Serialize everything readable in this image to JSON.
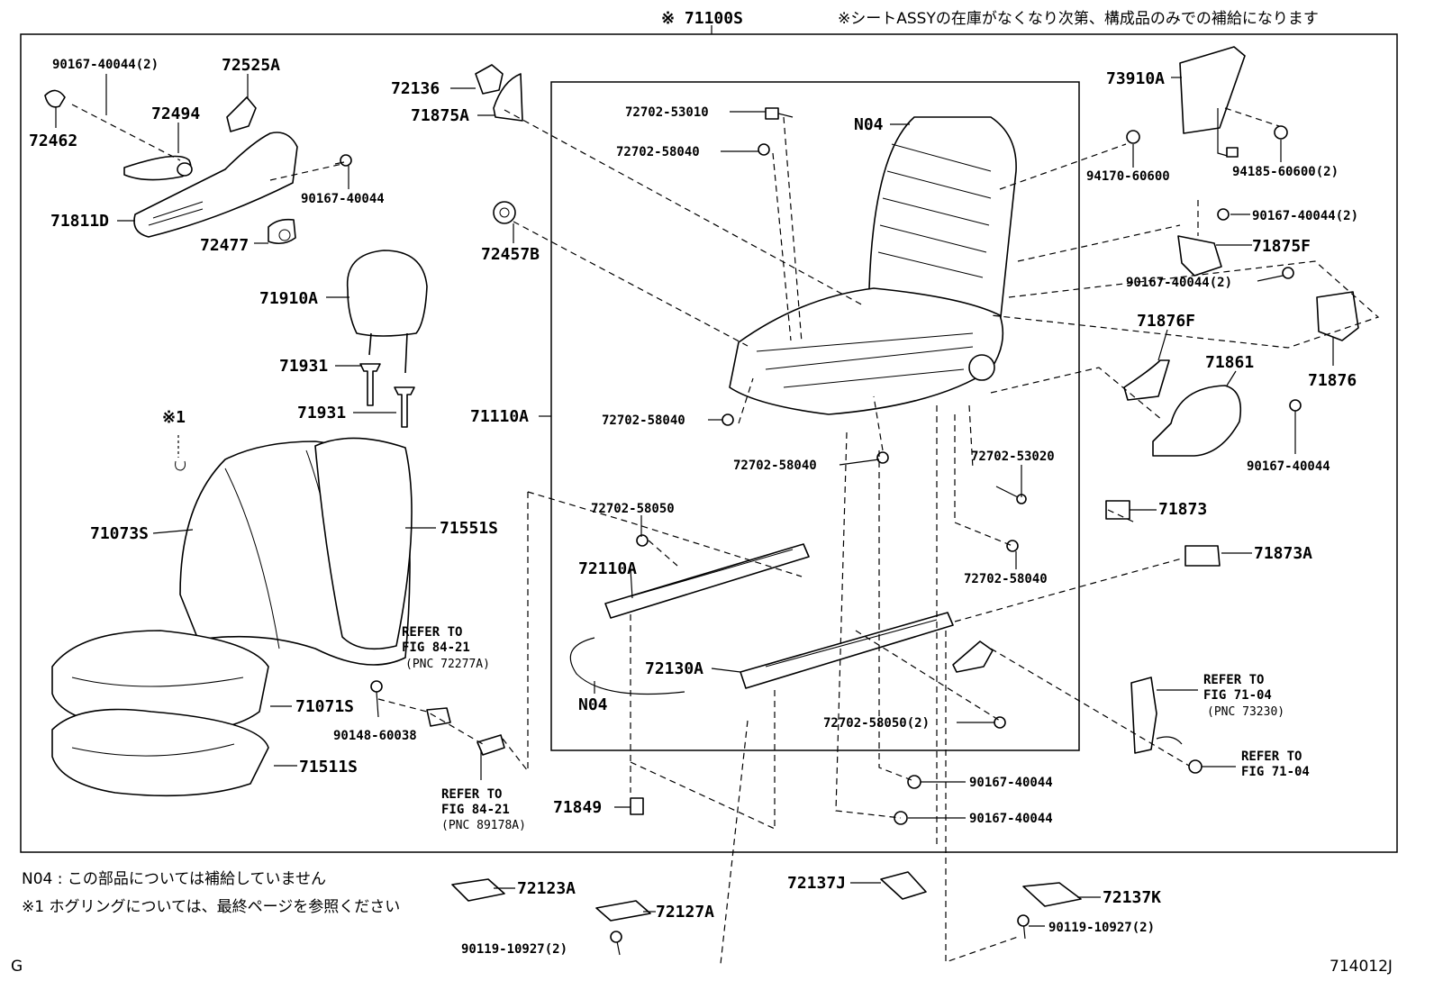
{
  "header": {
    "assembly_number": "※ 71100S",
    "supply_note": "※シートASSYの在庫がなくなり次第、構成品のみでの補給になります"
  },
  "parts": {
    "p90167_40044_2a": "90167-40044(2)",
    "p72525A": "72525A",
    "p72462": "72462",
    "p72494": "72494",
    "p90167_40044_a": "90167-40044",
    "p71811D": "71811D",
    "p72477": "72477",
    "p72136": "72136",
    "p71875A": "71875A",
    "p72702_53010": "72702-53010",
    "p72702_58040_a": "72702-58040",
    "p72457B": "72457B",
    "pN04_a": "N04",
    "p73910A": "73910A",
    "p94170_60600": "94170-60600",
    "p94185_60600_2": "94185-60600(2)",
    "p90167_40044_2b": "90167-40044(2)",
    "p71875F": "71875F",
    "p90167_40044_2c": "90167-40044(2)",
    "p71876F": "71876F",
    "p71876": "71876",
    "p71861": "71861",
    "p90167_40044_b": "90167-40044",
    "p71910A": "71910A",
    "p71931_a": "71931",
    "p71931_b": "71931",
    "p71110A": "71110A",
    "p72702_58040_b": "72702-58040",
    "p72702_58040_c": "72702-58040",
    "p72702_53020": "72702-53020",
    "p71873": "71873",
    "pmark1": "※1",
    "p71073S": "71073S",
    "p71551S": "71551S",
    "p72702_58050": "72702-58050",
    "p72110A": "72110A",
    "p72702_58040_d": "72702-58040",
    "p71873A": "71873A",
    "p72130A": "72130A",
    "pN04_b": "N04",
    "p71071S": "71071S",
    "p90148_60038": "90148-60038",
    "p72702_58050_2": "72702-58050(2)",
    "p71511S": "71511S",
    "p90167_40044_c": "90167-40044",
    "p90167_40044_d": "90167-40044",
    "p71849": "71849",
    "p72123A": "72123A",
    "p72127A": "72127A",
    "p90119_10927_2a": "90119-10927(2)",
    "p72137J": "72137J",
    "p72137K": "72137K",
    "p90119_10927_2b": "90119-10927(2)"
  },
  "references": {
    "ref1_l1": "REFER TO",
    "ref1_l2": "FIG 84-21",
    "ref1_pnc": "(PNC 72277A)",
    "ref2_l1": "REFER TO",
    "ref2_l2": "FIG 84-21",
    "ref2_pnc": "(PNC 89178A)",
    "ref3_l1": "REFER TO",
    "ref3_l2": "FIG 71-04",
    "ref3_pnc": "(PNC 73230)",
    "ref4_l1": "REFER TO",
    "ref4_l2": "FIG 71-04"
  },
  "notes": {
    "note1": "N04 :  この部品については補給していません",
    "note2": "※1  ホグリングについては、最終ページを参照ください"
  },
  "footer": {
    "corner_letter": "G",
    "figure_code": "714012J"
  }
}
